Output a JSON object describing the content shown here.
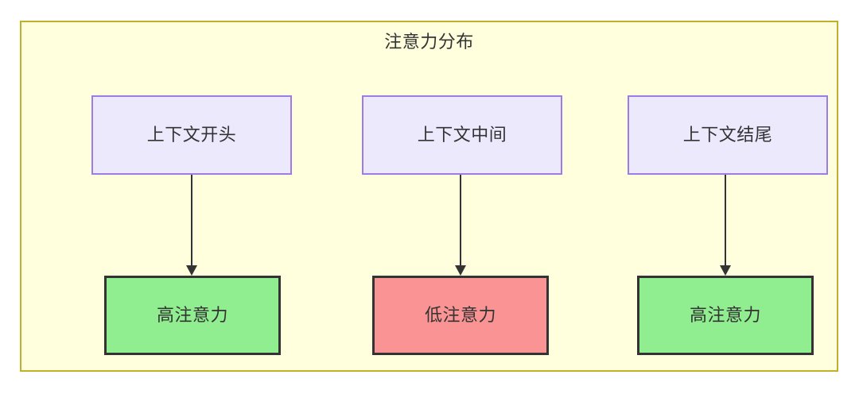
{
  "diagram": {
    "title": "注意力分布",
    "background_color": "#ffffff",
    "container": {
      "fill": "#ffffdd",
      "stroke": "#bdb229"
    },
    "context_nodes": [
      {
        "label": "上下文开头",
        "fill": "#ece9fd",
        "stroke": "#9e7ce8"
      },
      {
        "label": "上下文中间",
        "fill": "#ece9fd",
        "stroke": "#9e7ce8"
      },
      {
        "label": "上下文结尾",
        "fill": "#ece9fd",
        "stroke": "#9e7ce8"
      }
    ],
    "attention_nodes": [
      {
        "label": "高注意力",
        "fill": "#90ee90",
        "stroke": "#333333"
      },
      {
        "label": "低注意力",
        "fill": "#fa9393",
        "stroke": "#333333"
      },
      {
        "label": "高注意力",
        "fill": "#90ee90",
        "stroke": "#333333"
      }
    ],
    "edges": [
      {
        "from": "上下文开头",
        "to": "高注意力"
      },
      {
        "from": "上下文中间",
        "to": "低注意力"
      },
      {
        "from": "上下文结尾",
        "to": "高注意力"
      }
    ]
  }
}
